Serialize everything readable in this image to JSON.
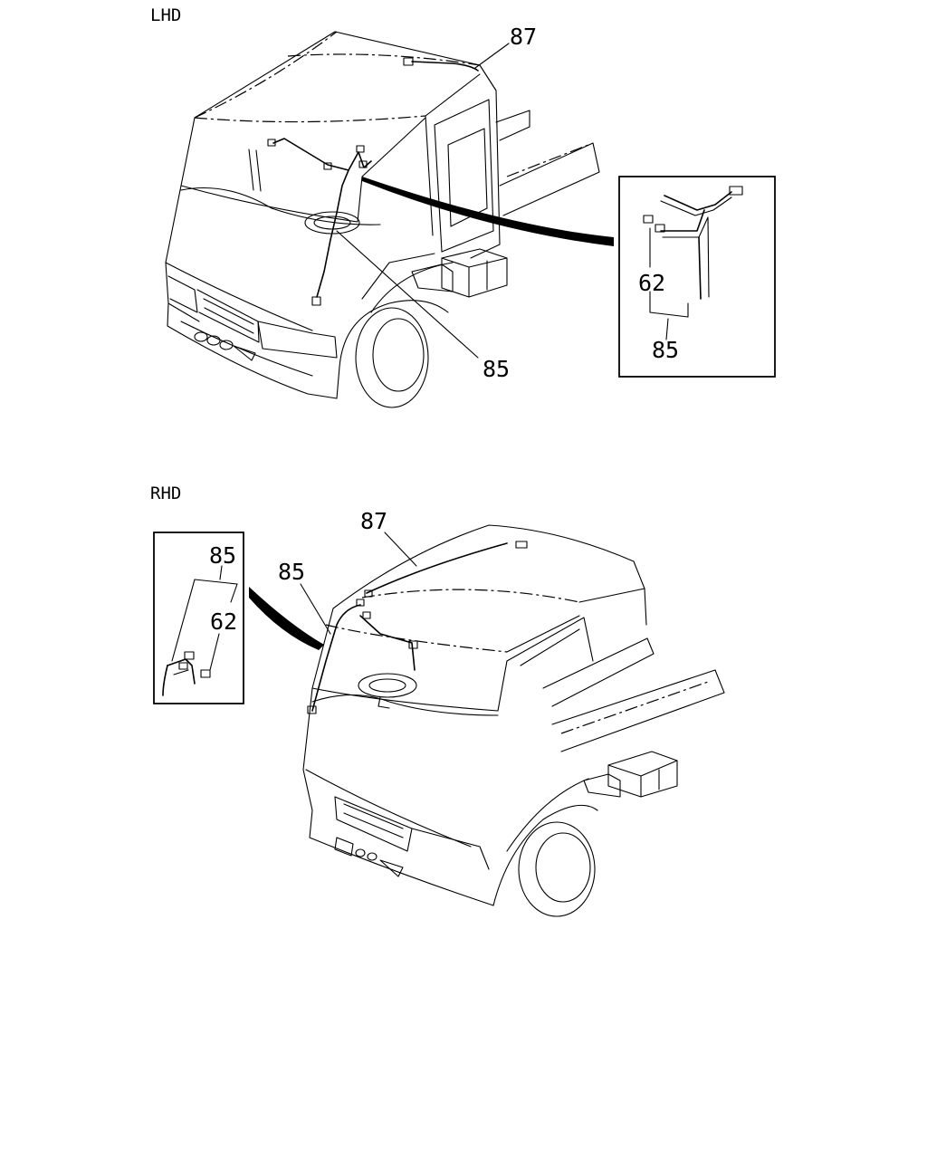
{
  "sections": [
    {
      "header": "LHD",
      "labels": {
        "harness_roof": "87",
        "harness_main": "85",
        "inset_connector": "62",
        "inset_harness": "85"
      }
    },
    {
      "header": "RHD",
      "labels": {
        "harness_roof": "87",
        "harness_main": "85",
        "inset_connector": "62",
        "inset_harness": "85"
      }
    }
  ]
}
